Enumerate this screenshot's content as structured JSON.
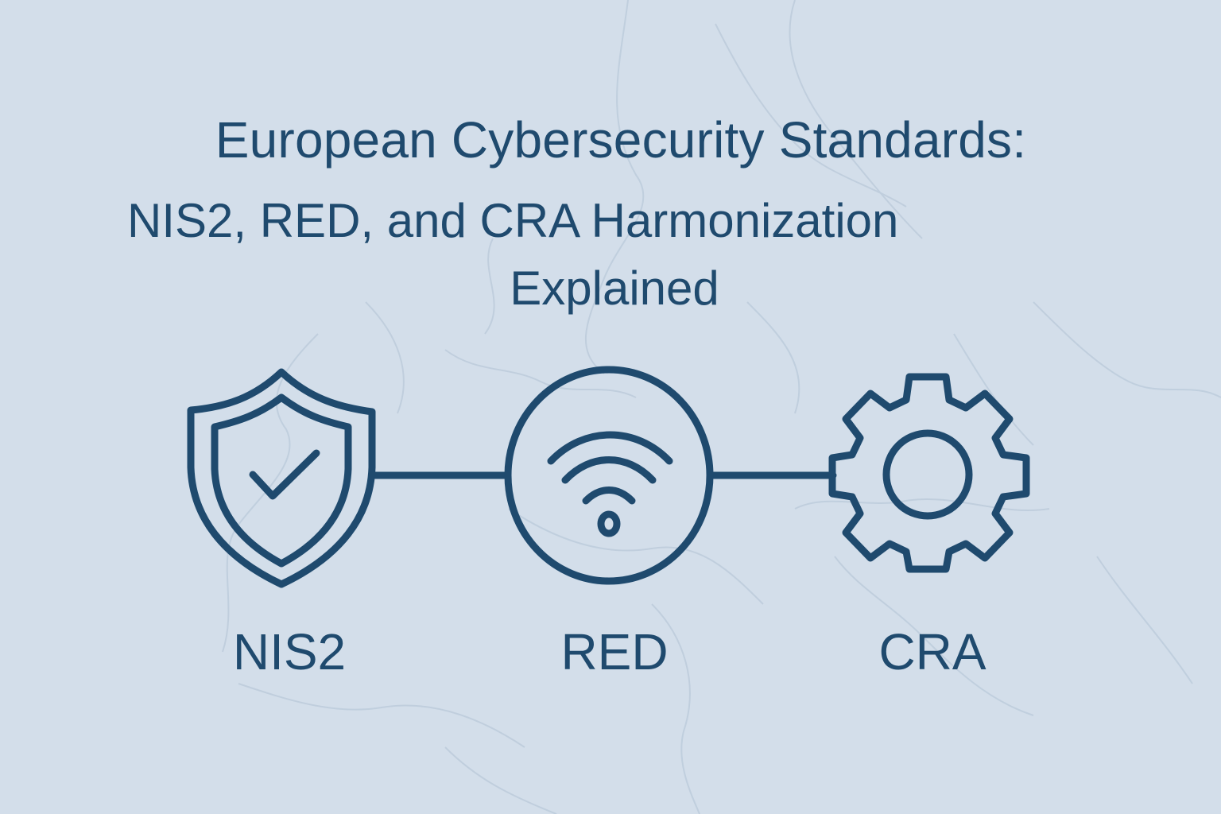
{
  "title": {
    "line1": "European Cybersecurity Standards:",
    "line2": "NIS2, RED, and CRA Harmonization",
    "line3": "Explained"
  },
  "nodes": [
    {
      "id": "nis2",
      "label": "NIS2",
      "icon": "shield-check-icon"
    },
    {
      "id": "red",
      "label": "RED",
      "icon": "wifi-circle-icon"
    },
    {
      "id": "cra",
      "label": "CRA",
      "icon": "gear-icon"
    }
  ],
  "colors": {
    "background": "#d3deea",
    "primary": "#1f4a6e",
    "map_lines": "#b9c8d8"
  }
}
